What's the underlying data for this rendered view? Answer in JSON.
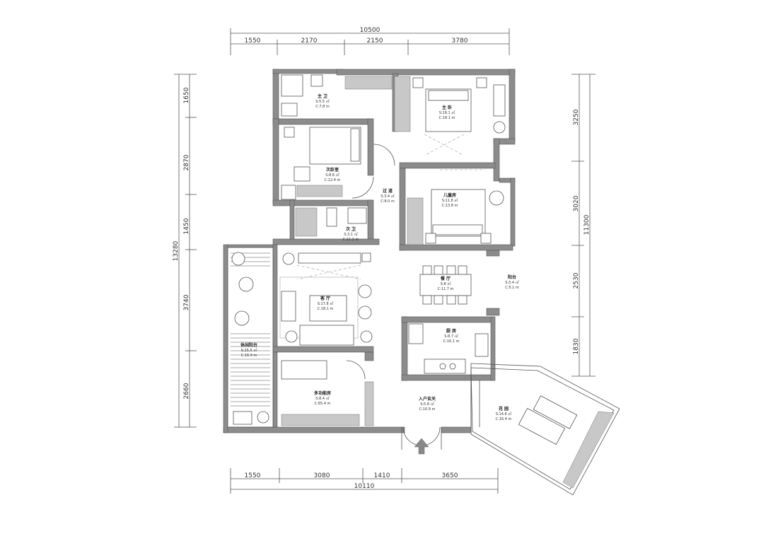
{
  "dimensions": {
    "top_total": "10500",
    "top_segments": [
      "1550",
      "2170",
      "2150",
      "3780"
    ],
    "bottom_total": "10110",
    "bottom_segments": [
      "1550",
      "3080",
      "1410",
      "3650"
    ],
    "left_total": "13280",
    "left_segments": [
      "1650",
      "2870",
      "1450",
      "3740",
      "2660"
    ],
    "right_total": "11300",
    "right_segments": [
      "3250",
      "3020",
      "2530",
      "1830"
    ]
  },
  "rooms": [
    {
      "id": "bath1",
      "name": "主 卫",
      "area": "S:5.5 ㎡",
      "perimeter": "C:7.8 m"
    },
    {
      "id": "master",
      "name": "主 卧",
      "area": "S:18.1 ㎡",
      "perimeter": "C:18.1 m"
    },
    {
      "id": "secondary",
      "name": "次卧室",
      "area": "S:8.6 ㎡",
      "perimeter": "C:12.4 m"
    },
    {
      "id": "corridor",
      "name": "过 道",
      "area": "S:3.4 ㎡",
      "perimeter": "C:8.0 m"
    },
    {
      "id": "children",
      "name": "儿童房",
      "area": "S:11.8 ㎡",
      "perimeter": "C:13.8 m"
    },
    {
      "id": "bath2",
      "name": "次 卫",
      "area": "S:3.1 ㎡",
      "perimeter": "C:11.2 m"
    },
    {
      "id": "living",
      "name": "客 厅",
      "area": "S:17.8 ㎡",
      "perimeter": "C:18.1 m"
    },
    {
      "id": "dining",
      "name": "餐 厅",
      "area": "S:8 ㎡",
      "perimeter": "C:11.7 m"
    },
    {
      "id": "balcony_s",
      "name": "阳台",
      "area": "S:3.4 ㎡",
      "perimeter": "C:5.1 m"
    },
    {
      "id": "kitchen",
      "name": "厨 房",
      "area": "S:8.7 ㎡",
      "perimeter": "C:16.1 m"
    },
    {
      "id": "balcony_l",
      "name": "休闲阳台",
      "area": "S:15.5 ㎡",
      "perimeter": "C:16.9 m"
    },
    {
      "id": "multi",
      "name": "多功能房",
      "area": "S:8.4 ㎡",
      "perimeter": "C:65.4 m"
    },
    {
      "id": "foyer",
      "name": "入户玄关",
      "area": "S:5.8 ㎡",
      "perimeter": "C:10.9 m"
    },
    {
      "id": "garden",
      "name": "花 园",
      "area": "S:14.8 ㎡",
      "perimeter": "C:16.4 m"
    }
  ]
}
